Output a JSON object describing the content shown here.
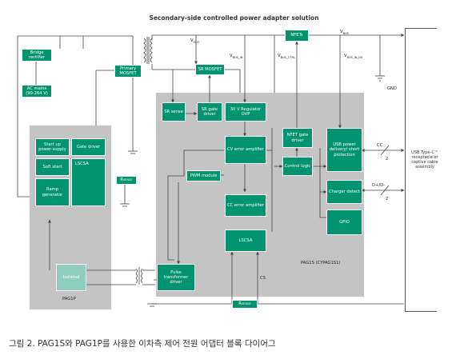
{
  "title": "Secondary-side controlled power adapter solution",
  "caption": "그림 2. PAG1S와 PAG1P를 사용한 이차측 제어 전원 어댑터 블록 다이어그",
  "colors": {
    "block": "#00936f",
    "block_light": "#8fcdbd",
    "region": "#c4c4c4",
    "line": "#444444"
  },
  "blocks": {
    "bridge_rectifier": "Bridge rectifier",
    "ac_mains": "AC mains (90-264 V)",
    "primary_mosfet": "Primary MOSFET",
    "startup": "Start up power-supply",
    "gate_driver": "Gate driver",
    "soft_start": "Soft start",
    "lscsa_p": "LSCSA",
    "ramp_generator": "Ramp generator",
    "isolated": "Isolated",
    "nfets": "NFETs",
    "sr_mosfet": "SR MOSFET",
    "sr_sense": "SR sense",
    "sr_gate_driver": "SR gate driver",
    "regulator": "30 V Regulator OVP",
    "cv_error_amp": "CV error amplifier",
    "nfet_gate_driver": "NFET gate driver",
    "control_logic": "Control logic",
    "usb_pd": "USB power delivery/ short protection",
    "charger_detect": "Charger detect",
    "gpio": "GPIO",
    "pwm_module": "PWM module",
    "cc_error_amp": "CC error amplifier",
    "lscsa_s": "LSCSA",
    "pulse_transformer_driver": "Pulse transformer driver"
  },
  "labels": {
    "pag1p": "PAG1P",
    "pag1s": "PAG1S (CYPAG1S1)",
    "gnd": "GND",
    "cs": "CS",
    "cc": "CC",
    "dp_dm": "D+/D-",
    "bus_width_1": "2",
    "bus_width_2": "2",
    "connector": "USB Type-C™ receptacle or captive cable assembly",
    "vout": "V",
    "vout_sub": "OUT",
    "vbus_in": "V",
    "vbus_in_sub": "BUS_IN",
    "vbus_ctrl": "V",
    "vbus_ctrl_sub": "BUS_CTRL",
    "vbus": "V",
    "vbus_sub": "BUS",
    "vbus_in_ds": "V",
    "vbus_in_ds_sub": "BUS_IN_DS",
    "rsense_p": "R",
    "rsense_p_sub": "SENSE",
    "rsense_s": "R",
    "rsense_s_sub": "SENSE"
  },
  "icons": [
    "ground-icon",
    "transformer-icon",
    "arrow-icon"
  ]
}
